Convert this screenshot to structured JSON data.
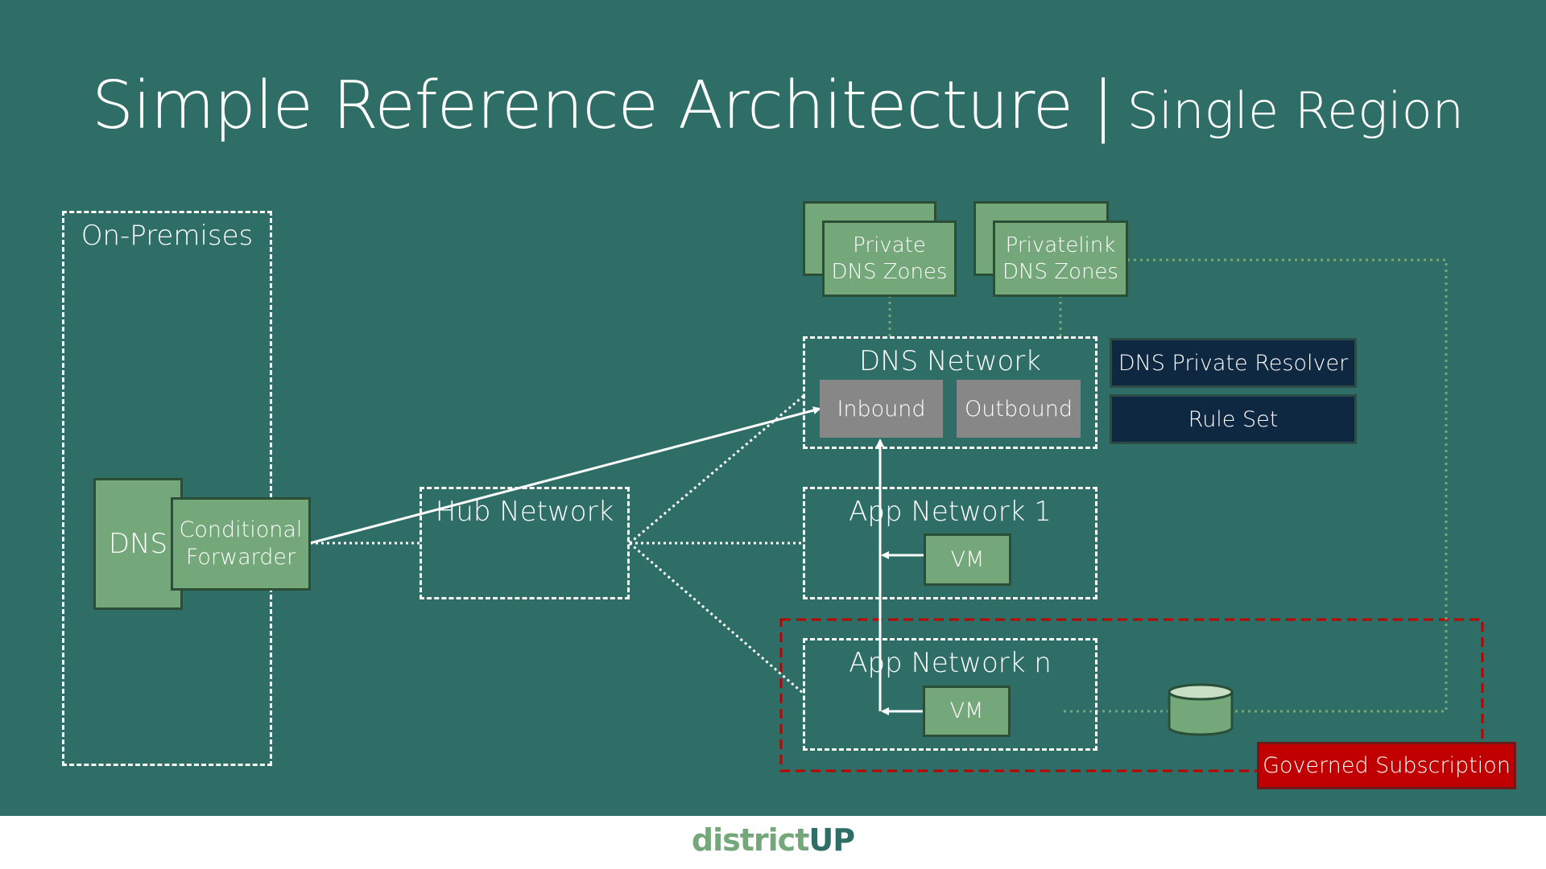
{
  "title": {
    "main": "Simple Reference Architecture",
    "separator": "|",
    "subtitle": "Single Region"
  },
  "on_premises": {
    "label": "On-Premises",
    "dns": "DNS",
    "forwarder_line1": "Conditional",
    "forwarder_line2": "Forwarder"
  },
  "hub_network": {
    "label": "Hub Network"
  },
  "private_dns_zones": {
    "line1": "Private",
    "line2": "DNS Zones"
  },
  "privatelink_dns_zones": {
    "line1": "Privatelink",
    "line2": "DNS Zones"
  },
  "dns_network": {
    "label": "DNS Network",
    "inbound": "Inbound",
    "outbound": "Outbound"
  },
  "dns_private_resolver": "DNS Private Resolver",
  "rule_set": "Rule Set",
  "app_network_1": {
    "label": "App Network 1",
    "vm": "VM"
  },
  "app_network_n": {
    "label": "App Network n",
    "vm": "VM"
  },
  "governed_subscription": "Governed Subscription",
  "storage": {
    "icon": "database-icon"
  },
  "colors": {
    "background": "#2f6e66",
    "green": "#74a77a",
    "grey": "#878787",
    "navy": "#0e2841",
    "red": "#c00000",
    "footer": "#ffffff"
  },
  "footer": {
    "logo_part1": "district",
    "logo_part2": "UP"
  }
}
